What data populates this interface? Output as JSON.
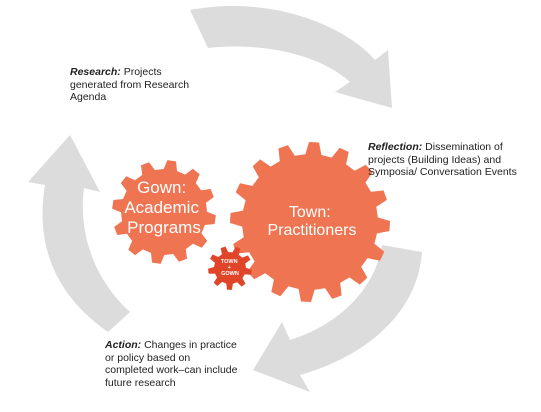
{
  "stages": {
    "research": {
      "title": "Research:",
      "body": " Projects generated from Research Agenda"
    },
    "reflection": {
      "title": "Reflection:",
      "body": " Dissemination of projects (Building Ideas) and Symposia/ Conversation Events"
    },
    "action": {
      "title": "Action:",
      "body": " Changes in practice or policy based on completed work–can include future research"
    }
  },
  "gears": {
    "gown": {
      "line1": "Gown:",
      "line2": "Academic",
      "line3": "Programs"
    },
    "town": {
      "line1": "Town:",
      "line2": "Practitioners"
    },
    "center": {
      "line1": "TOWN",
      "line2": "+",
      "line3": "GOWN"
    }
  },
  "colors": {
    "gear_fill": "#ef7452",
    "gear_small_fill": "#e0452a",
    "arrow_fill": "#dcdcdc"
  }
}
